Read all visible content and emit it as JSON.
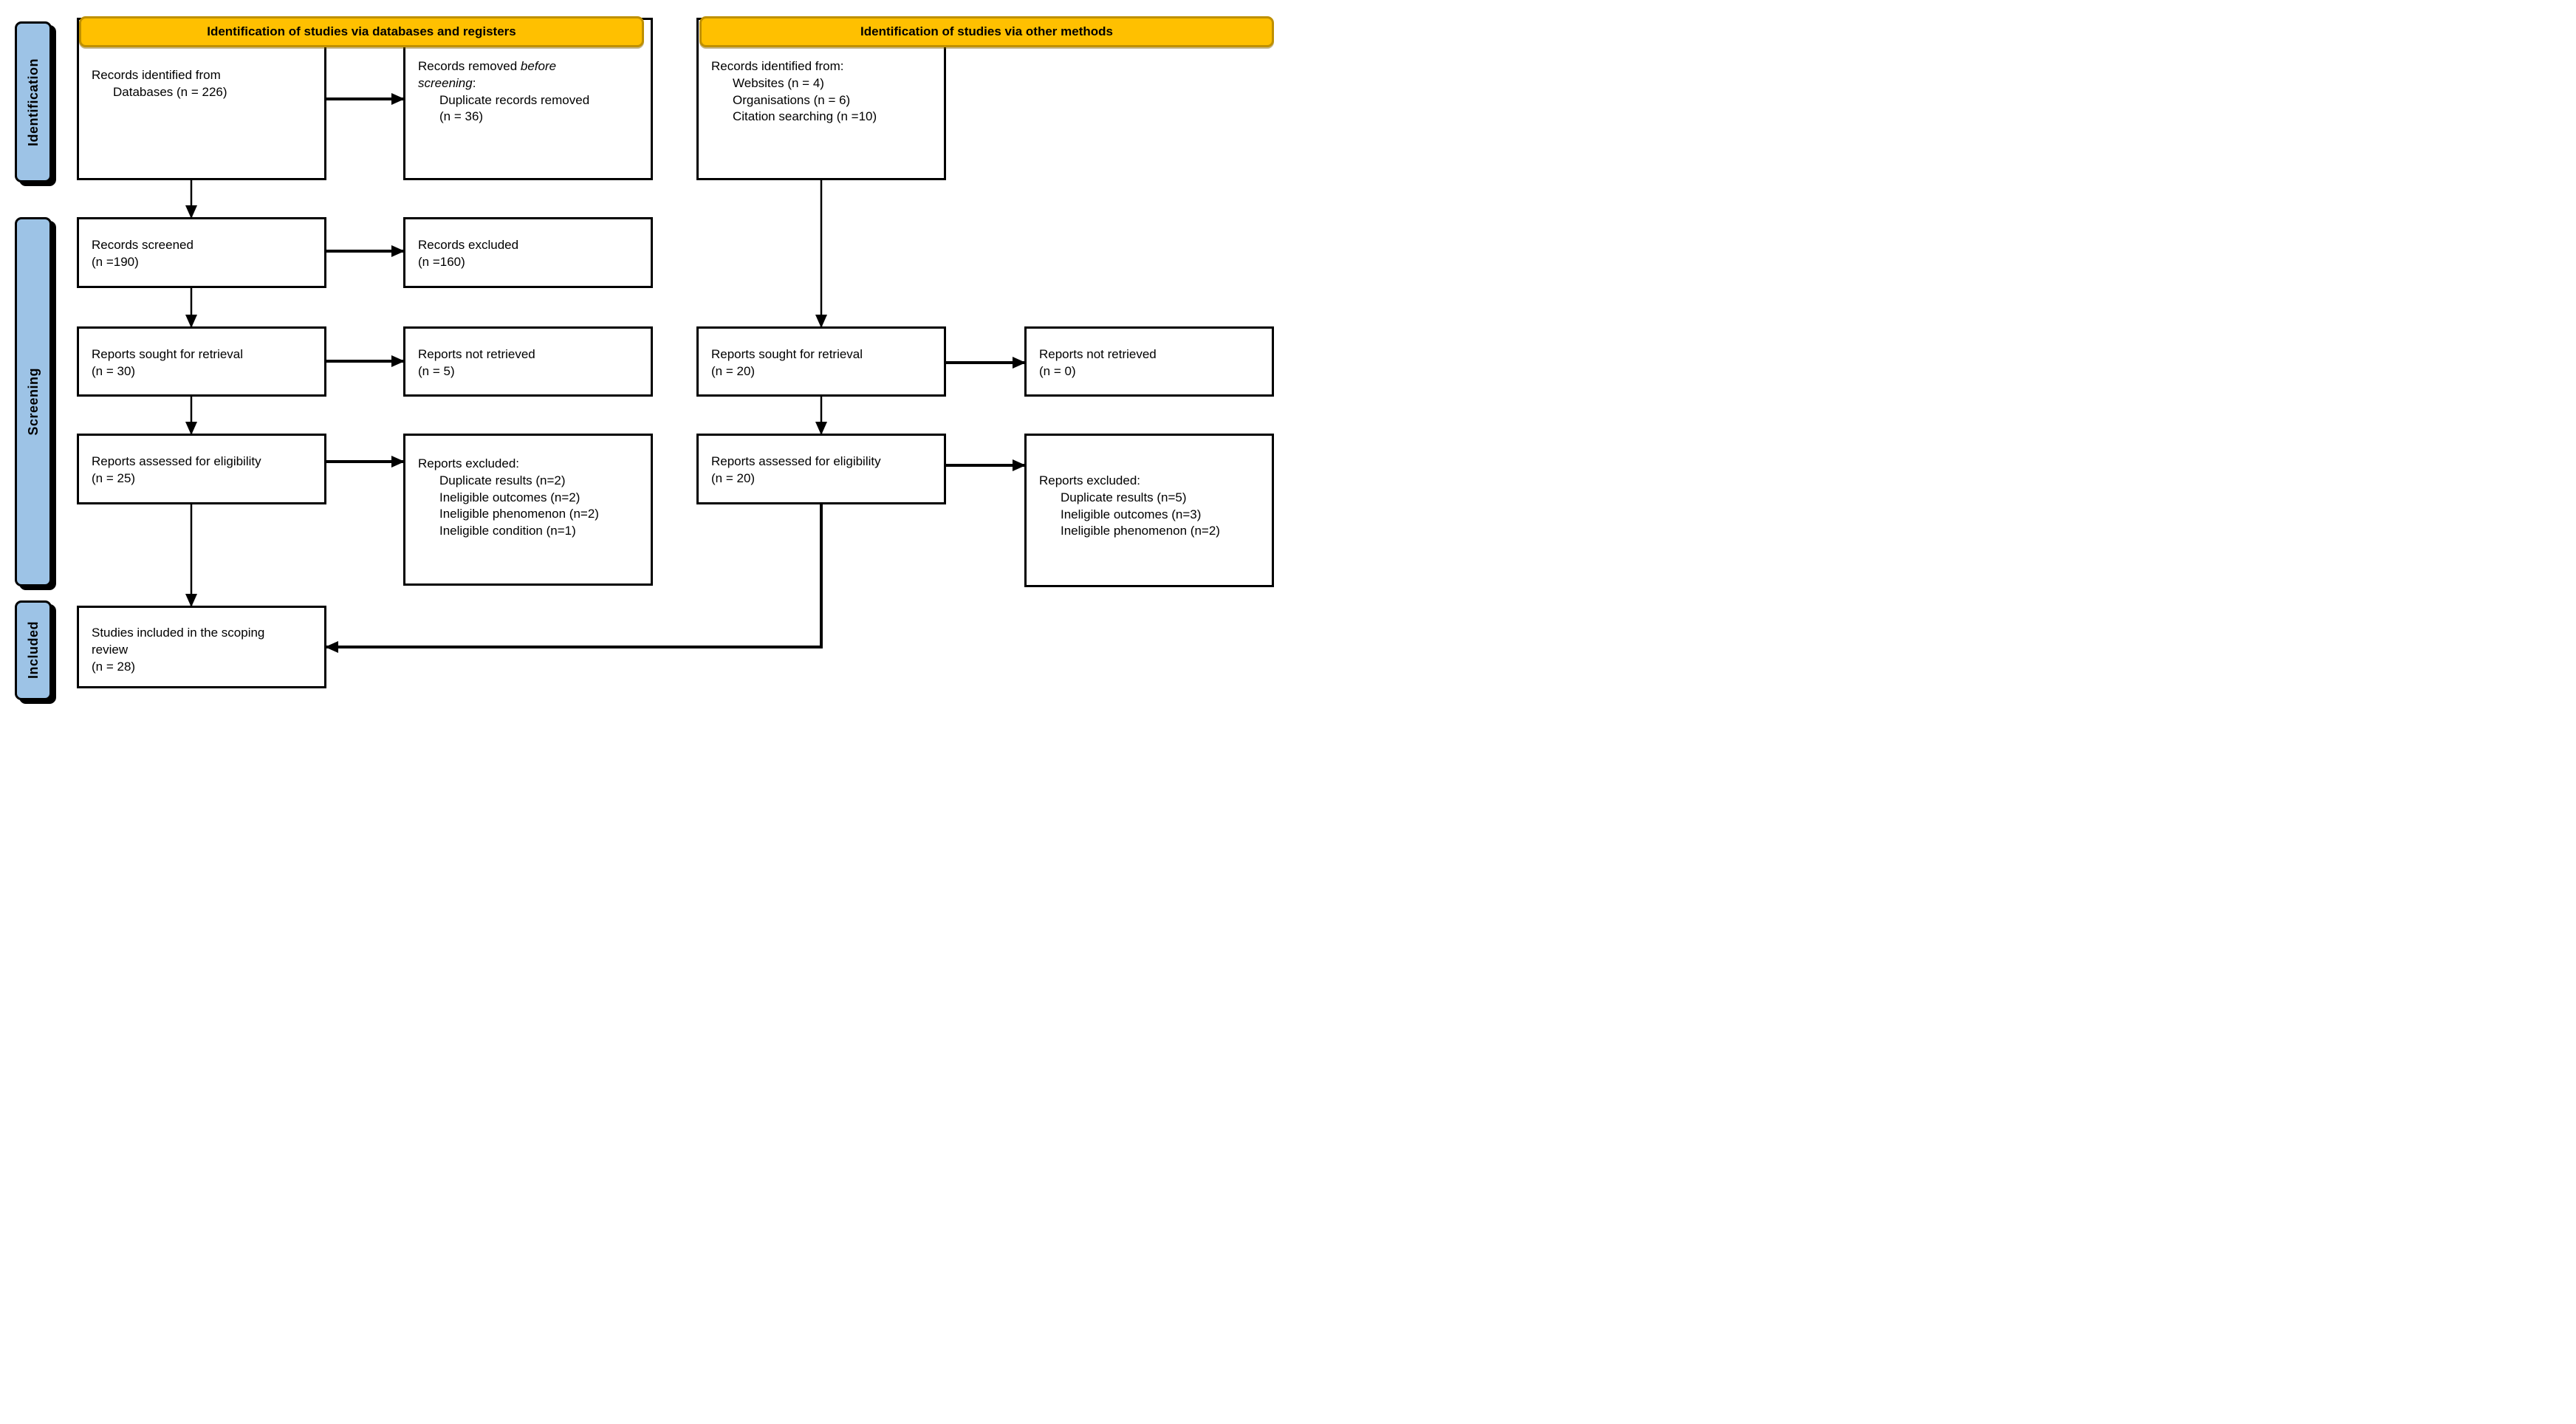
{
  "diagram": {
    "type": "prisma-flow",
    "colors": {
      "banner_fill": "#FFC000",
      "banner_border": "#BF9000",
      "stage_fill": "#9DC3E6",
      "box_border": "#000000",
      "arrow": "#000000",
      "background": "#FFFFFF"
    },
    "banners": [
      {
        "label": "Identification of studies via databases and registers"
      },
      {
        "label": "Identification of studies via other methods"
      }
    ],
    "stages": [
      {
        "label": "Identification"
      },
      {
        "label": "Screening"
      },
      {
        "label": "Included"
      }
    ],
    "boxes": {
      "db_identified": {
        "lines": [
          {
            "segs": [
              {
                "t": "Records identified from"
              }
            ]
          },
          {
            "ind": true,
            "segs": [
              {
                "t": "Databases (n = 226)"
              }
            ]
          }
        ]
      },
      "db_removed": {
        "lines": [
          {
            "segs": [
              {
                "t": "Records removed "
              },
              {
                "t": "before",
                "i": true
              }
            ]
          },
          {
            "segs": [
              {
                "t": "screening",
                "i": true
              },
              {
                "t": ":"
              }
            ]
          },
          {
            "ind": true,
            "segs": [
              {
                "t": "Duplicate records removed"
              }
            ]
          },
          {
            "ind": true,
            "segs": [
              {
                "t": "(n = 36)"
              }
            ]
          }
        ]
      },
      "other_identified": {
        "lines": [
          {
            "segs": [
              {
                "t": "Records identified from:"
              }
            ]
          },
          {
            "ind": true,
            "segs": [
              {
                "t": "Websites (n = 4)"
              }
            ]
          },
          {
            "ind": true,
            "segs": [
              {
                "t": "Organisations (n = 6)"
              }
            ]
          },
          {
            "ind": true,
            "segs": [
              {
                "t": "Citation searching (n =10)"
              }
            ]
          }
        ]
      },
      "screened": {
        "lines": [
          {
            "segs": [
              {
                "t": "Records screened"
              }
            ]
          },
          {
            "segs": [
              {
                "t": "(n =190)"
              }
            ]
          }
        ]
      },
      "records_excluded": {
        "lines": [
          {
            "segs": [
              {
                "t": "Records excluded"
              }
            ]
          },
          {
            "segs": [
              {
                "t": "(n =160)"
              }
            ]
          }
        ]
      },
      "db_sought": {
        "lines": [
          {
            "segs": [
              {
                "t": "Reports sought for retrieval"
              }
            ]
          },
          {
            "segs": [
              {
                "t": "(n = 30)"
              }
            ]
          }
        ]
      },
      "db_not_retrieved": {
        "lines": [
          {
            "segs": [
              {
                "t": "Reports not retrieved"
              }
            ]
          },
          {
            "segs": [
              {
                "t": "(n = 5)"
              }
            ]
          }
        ]
      },
      "other_sought": {
        "lines": [
          {
            "segs": [
              {
                "t": "Reports sought for retrieval"
              }
            ]
          },
          {
            "segs": [
              {
                "t": "(n = 20)"
              }
            ]
          }
        ]
      },
      "other_not_retrieved": {
        "lines": [
          {
            "segs": [
              {
                "t": "Reports not retrieved"
              }
            ]
          },
          {
            "segs": [
              {
                "t": "(n = 0)"
              }
            ]
          }
        ]
      },
      "db_assessed": {
        "lines": [
          {
            "segs": [
              {
                "t": "Reports assessed for eligibility"
              }
            ]
          },
          {
            "segs": [
              {
                "t": "(n = 25)"
              }
            ]
          }
        ]
      },
      "db_reports_excluded": {
        "lines": [
          {
            "segs": [
              {
                "t": "Reports excluded:"
              }
            ]
          },
          {
            "ind": true,
            "segs": [
              {
                "t": "Duplicate results (n=2)"
              }
            ]
          },
          {
            "ind": true,
            "segs": [
              {
                "t": "Ineligible outcomes (n=2)"
              }
            ]
          },
          {
            "ind": true,
            "segs": [
              {
                "t": "Ineligible phenomenon (n=2)"
              }
            ]
          },
          {
            "ind": true,
            "segs": [
              {
                "t": "Ineligible condition (n=1)"
              }
            ]
          }
        ]
      },
      "other_assessed": {
        "lines": [
          {
            "segs": [
              {
                "t": "Reports assessed for eligibility"
              }
            ]
          },
          {
            "segs": [
              {
                "t": "(n = 20)"
              }
            ]
          }
        ]
      },
      "other_reports_excluded": {
        "lines": [
          {
            "segs": [
              {
                "t": "Reports excluded:"
              }
            ]
          },
          {
            "ind": true,
            "segs": [
              {
                "t": "Duplicate results (n=5)"
              }
            ]
          },
          {
            "ind": true,
            "segs": [
              {
                "t": "Ineligible outcomes (n=3)"
              }
            ]
          },
          {
            "ind": true,
            "segs": [
              {
                "t": "Ineligible phenomenon (n=2)"
              }
            ]
          }
        ]
      },
      "included": {
        "lines": [
          {
            "segs": [
              {
                "t": "Studies included in the scoping"
              }
            ]
          },
          {
            "segs": [
              {
                "t": "review"
              }
            ]
          },
          {
            "segs": [
              {
                "t": "(n = 28)"
              }
            ]
          }
        ]
      }
    }
  }
}
